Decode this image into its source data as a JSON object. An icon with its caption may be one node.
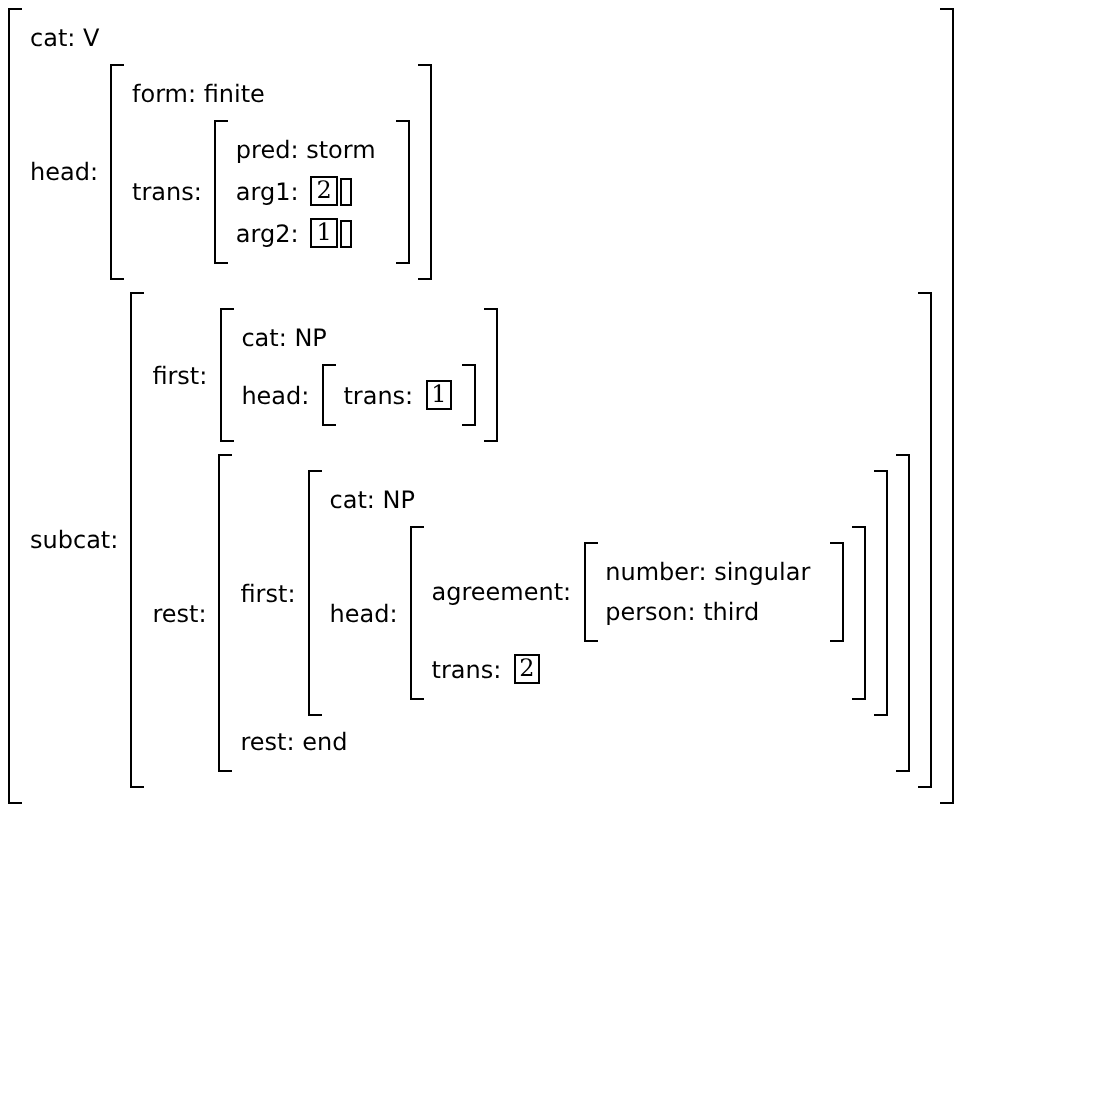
{
  "diagram": {
    "nodes": [
      {
        "text": [
          "cat: V",
          "head:",
          "subcat:"
        ]
      },
      {
        "text": [
          "form: finite",
          "trans:"
        ],
        "in": 0
      },
      {
        "text": [
          "pred: storm",
          "arg1:",
          "arg2:"
        ],
        "in": 1
      },
      {
        "text": [
          "2"
        ],
        "in": 2
      },
      {
        "text": [],
        "shape": "box",
        "in": 2
      },
      {
        "text": [
          "1"
        ],
        "in": 2
      },
      {
        "text": [],
        "shape": "box",
        "in": 2
      },
      {
        "text": [
          "first:",
          "rest:"
        ],
        "in": 0
      },
      {
        "text": [
          "cat: NP",
          "head:"
        ],
        "in": 7
      },
      {
        "text": [
          "trans:"
        ],
        "in": 8
      },
      {
        "text": [
          "1"
        ],
        "in": 9
      },
      {
        "text": [
          "first:",
          "rest: end"
        ],
        "in": 7
      },
      {
        "text": [
          "cat: NP",
          "head:"
        ],
        "in": 11
      },
      {
        "text": [
          "agreement:",
          "trans:"
        ],
        "in": 12
      },
      {
        "text": [
          "number: singular",
          "person: third"
        ],
        "in": 13
      },
      {
        "text": [
          "2"
        ],
        "in": 13
      }
    ]
  }
}
